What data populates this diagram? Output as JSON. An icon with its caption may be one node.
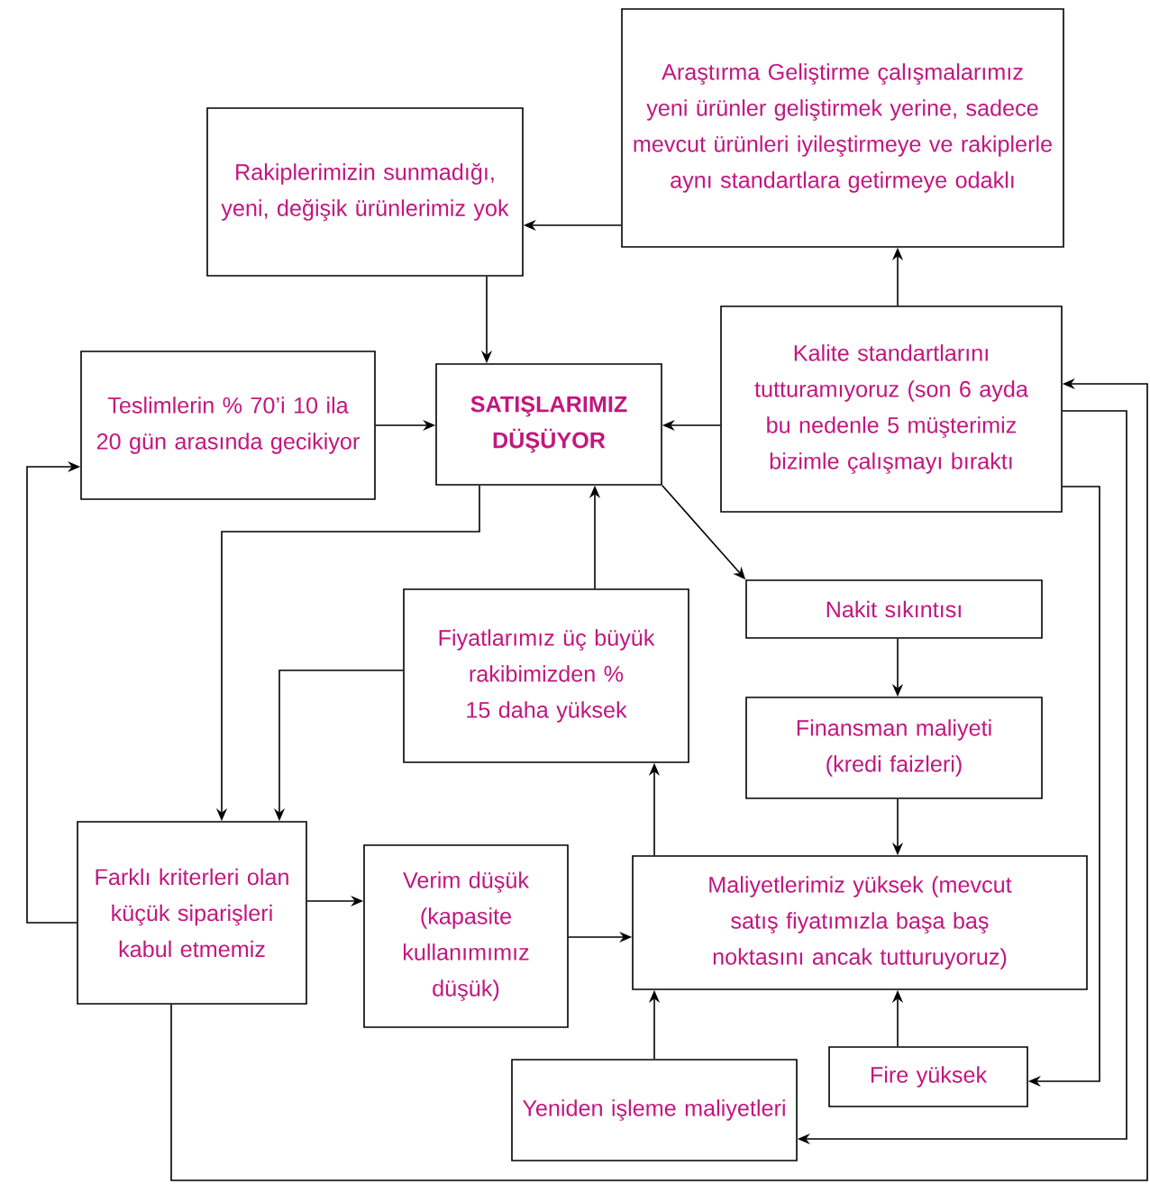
{
  "diagram": {
    "nodes": [
      {
        "text": [
          "Araştırma Geliştirme çalışmalarımız yeni ürünler geliştirmek yerine, sadece mevcut ürünleri iyileştirmeye ve rakiplerle aynı standartlara getirmeye odaklı"
        ]
      },
      {
        "text": [
          "Rakiplerimizin sunmadığı, yeni, değişik ürünlerimiz yok"
        ]
      },
      {
        "text": [
          "Teslimlerin % 70’i 10 ila 20 gün arasında gecikiyor"
        ]
      },
      {
        "text": [
          "SATIŞLARIMIZ DÜŞÜYOR"
        ]
      },
      {
        "text": [
          "Kalite standartlarını tutturamıyoruz (son 6 ayda bu nedenle 5 müşterimiz bizimle çalışmayı bıraktı"
        ]
      },
      {
        "text": [
          "Nakit sıkıntısı"
        ]
      },
      {
        "text": [
          "Fiyatlarımız üç büyük rakibimizden % 15 daha yüksek"
        ]
      },
      {
        "text": [
          "Finansman maliyeti (kredi faizleri)"
        ]
      },
      {
        "text": [
          "Farklı kriterleri olan küçük siparişleri kabul etmemiz"
        ]
      },
      {
        "text": [
          "Verim düşük (kapasite kullanımımız düşük)"
        ]
      },
      {
        "text": [
          "Maliyetlerimiz yüksek (mevcut satış fiyatımızla başa baş noktasını ancak tutturuyoruz)"
        ]
      },
      {
        "text": [
          "Yeniden işleme maliyetleri"
        ]
      },
      {
        "text": [
          "Fire yüksek"
        ]
      }
    ],
    "edges": [
      {
        "from": 0,
        "to": 1,
        "arrow": "to"
      },
      {
        "from": 4,
        "to": 0,
        "arrow": "to"
      },
      {
        "from": 1,
        "to": 3,
        "arrow": "to"
      },
      {
        "from": 2,
        "to": 3,
        "arrow": "to"
      },
      {
        "from": 4,
        "to": 3,
        "arrow": "to"
      },
      {
        "from": 3,
        "to": 5,
        "arrow": "to"
      },
      {
        "from": 3,
        "to": 8,
        "arrow": "to"
      },
      {
        "from": 6,
        "to": 3,
        "arrow": "to"
      },
      {
        "from": 6,
        "to": 8,
        "arrow": "to"
      },
      {
        "from": 5,
        "to": 7,
        "arrow": "to"
      },
      {
        "from": 7,
        "to": 10,
        "arrow": "to"
      },
      {
        "from": 8,
        "to": 9,
        "arrow": "to"
      },
      {
        "from": 9,
        "to": 10,
        "arrow": "to"
      },
      {
        "from": 10,
        "to": 6,
        "arrow": "to"
      },
      {
        "from": 11,
        "to": 10,
        "arrow": "to"
      },
      {
        "from": 12,
        "to": 10,
        "arrow": "to"
      },
      {
        "from": 8,
        "to": 2,
        "arrow": "to"
      },
      {
        "from": 8,
        "to": 4,
        "arrow": "to"
      },
      {
        "from": 4,
        "to": 11,
        "arrow": "to"
      },
      {
        "from": 4,
        "to": 12,
        "arrow": "to"
      }
    ]
  }
}
